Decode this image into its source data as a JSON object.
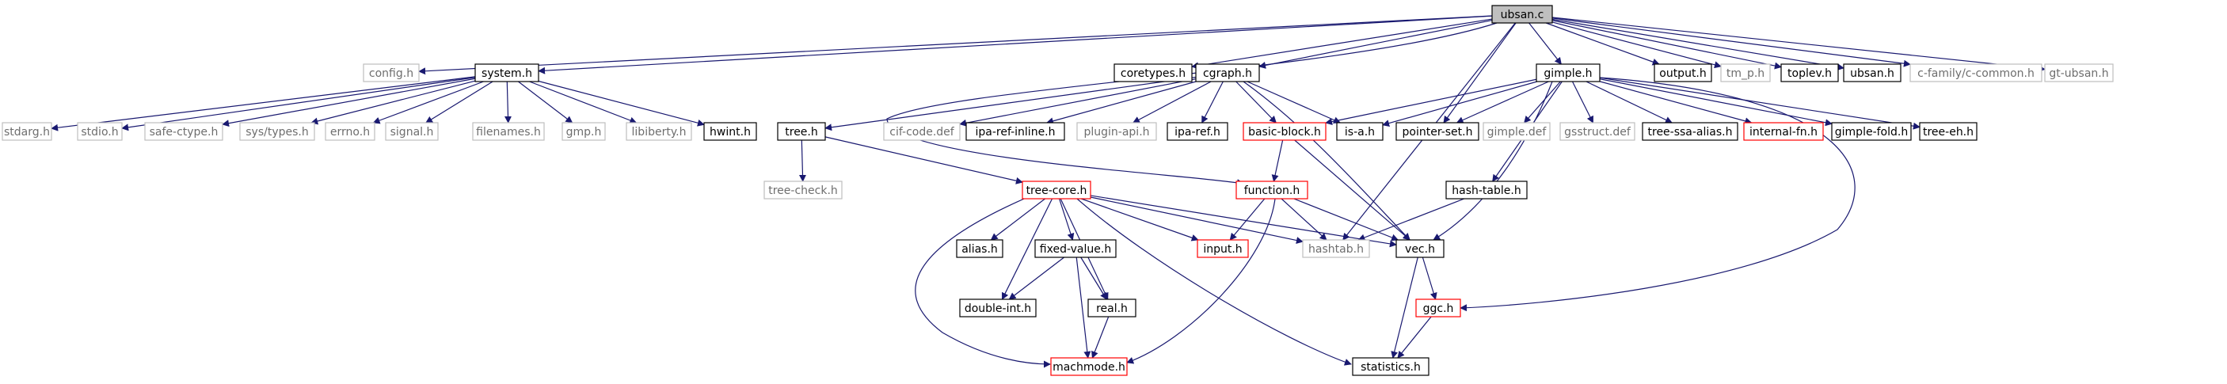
{
  "diagram": {
    "type": "include-dependency-graph",
    "root": "ubsan",
    "colors": {
      "edge": "#191970",
      "root_fill": "#bfbfbf",
      "border_default": "#000000",
      "border_truncated": "#ff0000",
      "border_external": "#bfbfbf",
      "text_external": "#6e6e6e"
    },
    "nodes": [
      {
        "id": "ubsan",
        "label": "ubsan.c",
        "kind": "root"
      },
      {
        "id": "config",
        "label": "config.h",
        "kind": "external"
      },
      {
        "id": "system",
        "label": "system.h",
        "kind": "normal"
      },
      {
        "id": "coretypes",
        "label": "coretypes.h",
        "kind": "normal"
      },
      {
        "id": "cgraph",
        "label": "cgraph.h",
        "kind": "normal"
      },
      {
        "id": "gimple",
        "label": "gimple.h",
        "kind": "normal"
      },
      {
        "id": "output",
        "label": "output.h",
        "kind": "normal"
      },
      {
        "id": "tm_p",
        "label": "tm_p.h",
        "kind": "external"
      },
      {
        "id": "toplev",
        "label": "toplev.h",
        "kind": "normal"
      },
      {
        "id": "ubsanh",
        "label": "ubsan.h",
        "kind": "normal"
      },
      {
        "id": "ccommon",
        "label": "c-family/c-common.h",
        "kind": "external"
      },
      {
        "id": "gtubsan",
        "label": "gt-ubsan.h",
        "kind": "external"
      },
      {
        "id": "stdarg",
        "label": "stdarg.h",
        "kind": "external"
      },
      {
        "id": "stdio",
        "label": "stdio.h",
        "kind": "external"
      },
      {
        "id": "safectype",
        "label": "safe-ctype.h",
        "kind": "external"
      },
      {
        "id": "systypes",
        "label": "sys/types.h",
        "kind": "external"
      },
      {
        "id": "errno",
        "label": "errno.h",
        "kind": "external"
      },
      {
        "id": "signal",
        "label": "signal.h",
        "kind": "external"
      },
      {
        "id": "filenames",
        "label": "filenames.h",
        "kind": "external"
      },
      {
        "id": "gmp",
        "label": "gmp.h",
        "kind": "external"
      },
      {
        "id": "libiberty",
        "label": "libiberty.h",
        "kind": "external"
      },
      {
        "id": "hwint",
        "label": "hwint.h",
        "kind": "normal"
      },
      {
        "id": "tree",
        "label": "tree.h",
        "kind": "normal"
      },
      {
        "id": "cifcode",
        "label": "cif-code.def",
        "kind": "external"
      },
      {
        "id": "ipareffinline",
        "label": "ipa-ref-inline.h",
        "kind": "normal"
      },
      {
        "id": "pluginapi",
        "label": "plugin-api.h",
        "kind": "external"
      },
      {
        "id": "iparef",
        "label": "ipa-ref.h",
        "kind": "normal"
      },
      {
        "id": "basicblock",
        "label": "basic-block.h",
        "kind": "truncated"
      },
      {
        "id": "isa",
        "label": "is-a.h",
        "kind": "normal"
      },
      {
        "id": "pointerset",
        "label": "pointer-set.h",
        "kind": "normal"
      },
      {
        "id": "gimpledef",
        "label": "gimple.def",
        "kind": "external"
      },
      {
        "id": "gsstruct",
        "label": "gsstruct.def",
        "kind": "external"
      },
      {
        "id": "treessaalias",
        "label": "tree-ssa-alias.h",
        "kind": "normal"
      },
      {
        "id": "internalfn",
        "label": "internal-fn.h",
        "kind": "truncated"
      },
      {
        "id": "gimplefold",
        "label": "gimple-fold.h",
        "kind": "normal"
      },
      {
        "id": "treeeh",
        "label": "tree-eh.h",
        "kind": "normal"
      },
      {
        "id": "treecheck",
        "label": "tree-check.h",
        "kind": "external"
      },
      {
        "id": "treecore",
        "label": "tree-core.h",
        "kind": "truncated"
      },
      {
        "id": "function",
        "label": "function.h",
        "kind": "truncated"
      },
      {
        "id": "hashtable",
        "label": "hash-table.h",
        "kind": "normal"
      },
      {
        "id": "alias",
        "label": "alias.h",
        "kind": "normal"
      },
      {
        "id": "fixedvalue",
        "label": "fixed-value.h",
        "kind": "normal"
      },
      {
        "id": "input",
        "label": "input.h",
        "kind": "truncated"
      },
      {
        "id": "hashtab",
        "label": "hashtab.h",
        "kind": "external"
      },
      {
        "id": "vec",
        "label": "vec.h",
        "kind": "normal"
      },
      {
        "id": "doubleint",
        "label": "double-int.h",
        "kind": "normal"
      },
      {
        "id": "real",
        "label": "real.h",
        "kind": "normal"
      },
      {
        "id": "ggc",
        "label": "ggc.h",
        "kind": "truncated"
      },
      {
        "id": "machmode",
        "label": "machmode.h",
        "kind": "truncated"
      },
      {
        "id": "statistics",
        "label": "statistics.h",
        "kind": "normal"
      }
    ],
    "edges": [
      [
        "ubsan",
        "config"
      ],
      [
        "ubsan",
        "system"
      ],
      [
        "ubsan",
        "coretypes"
      ],
      [
        "ubsan",
        "cgraph"
      ],
      [
        "ubsan",
        "gimple"
      ],
      [
        "ubsan",
        "output"
      ],
      [
        "ubsan",
        "tm_p"
      ],
      [
        "ubsan",
        "toplev"
      ],
      [
        "ubsan",
        "ubsanh"
      ],
      [
        "ubsan",
        "ccommon"
      ],
      [
        "ubsan",
        "gtubsan"
      ],
      [
        "ubsan",
        "pointerset"
      ],
      [
        "ubsan",
        "hashtab"
      ],
      [
        "ubsan",
        "function"
      ],
      [
        "system",
        "stdarg"
      ],
      [
        "system",
        "stdio"
      ],
      [
        "system",
        "safectype"
      ],
      [
        "system",
        "systypes"
      ],
      [
        "system",
        "errno"
      ],
      [
        "system",
        "signal"
      ],
      [
        "system",
        "filenames"
      ],
      [
        "system",
        "gmp"
      ],
      [
        "system",
        "libiberty"
      ],
      [
        "system",
        "hwint"
      ],
      [
        "cgraph",
        "tree"
      ],
      [
        "cgraph",
        "cifcode"
      ],
      [
        "cgraph",
        "ipareffinline"
      ],
      [
        "cgraph",
        "pluginapi"
      ],
      [
        "cgraph",
        "iparef"
      ],
      [
        "cgraph",
        "basicblock"
      ],
      [
        "cgraph",
        "isa"
      ],
      [
        "cgraph",
        "vec"
      ],
      [
        "gimple",
        "basicblock"
      ],
      [
        "gimple",
        "isa"
      ],
      [
        "gimple",
        "pointerset"
      ],
      [
        "gimple",
        "gimpledef"
      ],
      [
        "gimple",
        "gsstruct"
      ],
      [
        "gimple",
        "treessaalias"
      ],
      [
        "gimple",
        "internalfn"
      ],
      [
        "gimple",
        "gimplefold"
      ],
      [
        "gimple",
        "treeeh"
      ],
      [
        "gimple",
        "hashtable"
      ],
      [
        "gimple",
        "vec"
      ],
      [
        "gimple",
        "ggc"
      ],
      [
        "tree",
        "treecheck"
      ],
      [
        "tree",
        "treecore"
      ],
      [
        "basicblock",
        "function"
      ],
      [
        "basicblock",
        "vec"
      ],
      [
        "function",
        "input"
      ],
      [
        "function",
        "hashtab"
      ],
      [
        "function",
        "vec"
      ],
      [
        "function",
        "machmode"
      ],
      [
        "hashtable",
        "hashtab"
      ],
      [
        "treecore",
        "alias"
      ],
      [
        "treecore",
        "fixedvalue"
      ],
      [
        "treecore",
        "input"
      ],
      [
        "treecore",
        "hashtab"
      ],
      [
        "treecore",
        "vec"
      ],
      [
        "treecore",
        "doubleint"
      ],
      [
        "treecore",
        "real"
      ],
      [
        "treecore",
        "machmode"
      ],
      [
        "treecore",
        "statistics"
      ],
      [
        "fixedvalue",
        "doubleint"
      ],
      [
        "fixedvalue",
        "real"
      ],
      [
        "fixedvalue",
        "machmode"
      ],
      [
        "real",
        "machmode"
      ],
      [
        "vec",
        "ggc"
      ],
      [
        "vec",
        "statistics"
      ],
      [
        "ggc",
        "statistics"
      ]
    ]
  }
}
